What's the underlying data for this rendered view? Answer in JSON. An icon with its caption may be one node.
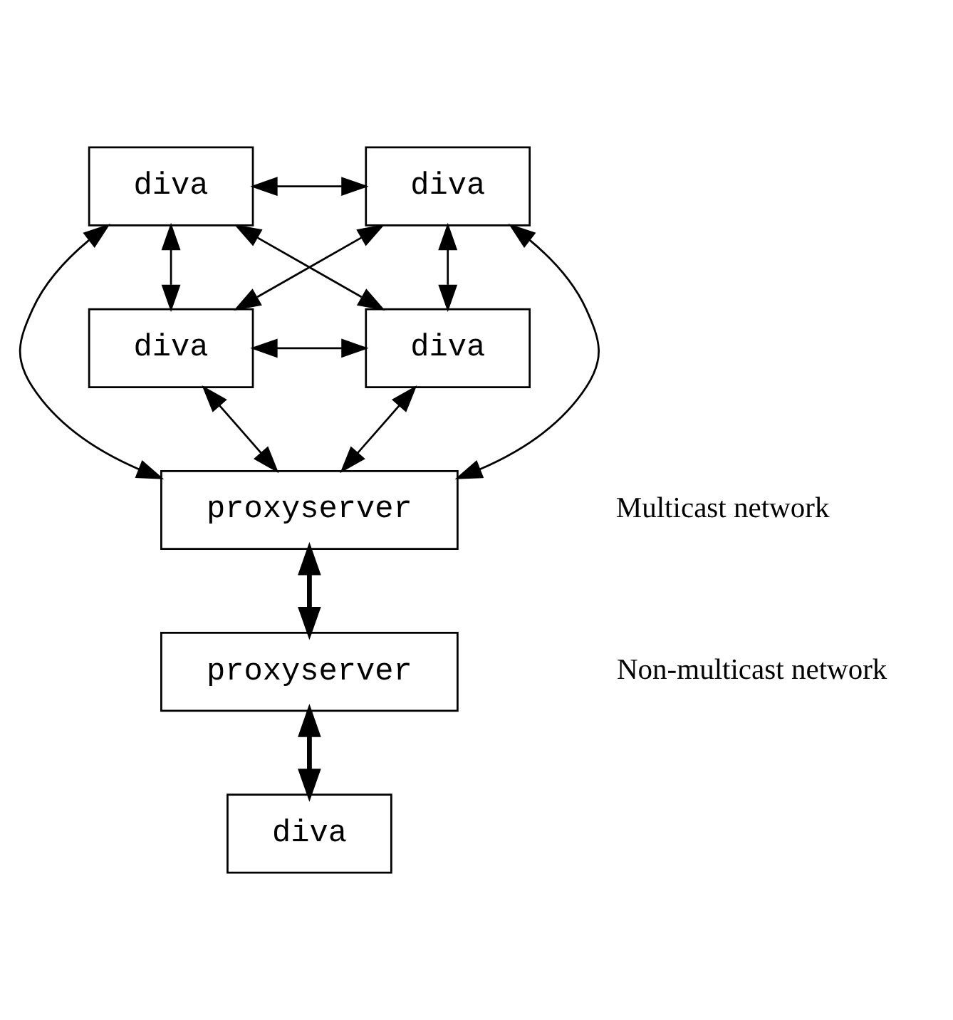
{
  "diagram": {
    "nodes": [
      {
        "text": [
          "diva"
        ]
      },
      {
        "text": [
          "diva"
        ]
      },
      {
        "text": [
          "diva"
        ]
      },
      {
        "text": [
          "diva"
        ]
      },
      {
        "text": [
          "proxyserver"
        ]
      },
      {
        "text": [
          "proxyserver"
        ]
      },
      {
        "text": [
          "diva"
        ]
      }
    ],
    "edges": [
      {
        "from": 0,
        "to": 1,
        "arrow": "both"
      },
      {
        "from": 0,
        "to": 2,
        "arrow": "both"
      },
      {
        "from": 0,
        "to": 3,
        "arrow": "both"
      },
      {
        "from": 0,
        "to": 4,
        "arrow": "both"
      },
      {
        "from": 1,
        "to": 2,
        "arrow": "both"
      },
      {
        "from": 1,
        "to": 3,
        "arrow": "both"
      },
      {
        "from": 1,
        "to": 4,
        "arrow": "both"
      },
      {
        "from": 2,
        "to": 3,
        "arrow": "both"
      },
      {
        "from": 2,
        "to": 4,
        "arrow": "both"
      },
      {
        "from": 3,
        "to": 4,
        "arrow": "both"
      },
      {
        "from": 4,
        "to": 5,
        "arrow": "both",
        "style": "thick"
      },
      {
        "from": 5,
        "to": 6,
        "arrow": "both",
        "style": "thick"
      }
    ],
    "labels": [
      "Multicast network",
      "Non-multicast network"
    ]
  }
}
